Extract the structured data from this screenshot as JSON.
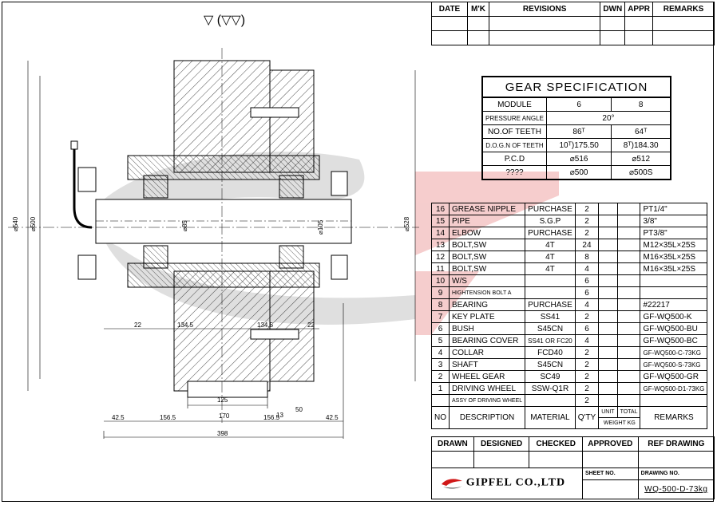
{
  "revisions": {
    "headers": [
      "DATE",
      "M'K",
      "REVISIONS",
      "DWN",
      "APPR",
      "REMARKS"
    ]
  },
  "surface_symbol": "▽ (▽▽)",
  "gear_spec": {
    "title": "GEAR SPECIFICATION",
    "rows": [
      {
        "label": "MODULE",
        "a": "6",
        "b": "8"
      },
      {
        "label": "PRESSURE ANGLE",
        "merged": "20°"
      },
      {
        "label": "NO.OF TEETH",
        "a": "86ᵀ",
        "b": "64ᵀ"
      },
      {
        "label": "D.O.G.N OF TEETH",
        "a": "10ᵀ)175.50",
        "b": "8ᵀ)184.30"
      },
      {
        "label": "P.C.D",
        "a": "⌀516",
        "b": "⌀512"
      },
      {
        "label": "????",
        "a": "⌀500",
        "b": "⌀500S"
      }
    ]
  },
  "bom": {
    "rows": [
      {
        "no": "16",
        "desc": "GREASE NIPPLE",
        "mat": "PURCHASE",
        "qty": "2",
        "unit": "",
        "total": "",
        "rem": "PT1/4\""
      },
      {
        "no": "15",
        "desc": "PIPE",
        "mat": "S.G.P",
        "qty": "2",
        "unit": "",
        "total": "",
        "rem": "3/8\""
      },
      {
        "no": "14",
        "desc": "ELBOW",
        "mat": "PURCHASE",
        "qty": "2",
        "unit": "",
        "total": "",
        "rem": "PT3/8\""
      },
      {
        "no": "13",
        "desc": "BOLT,SW",
        "mat": "4T",
        "qty": "24",
        "unit": "",
        "total": "",
        "rem": "M12×35L×25S"
      },
      {
        "no": "12",
        "desc": "BOLT,SW",
        "mat": "4T",
        "qty": "8",
        "unit": "",
        "total": "",
        "rem": "M16×35L×25S"
      },
      {
        "no": "11",
        "desc": "BOLT,SW",
        "mat": "4T",
        "qty": "4",
        "unit": "",
        "total": "",
        "rem": "M16×35L×25S"
      },
      {
        "no": "10",
        "desc": "W/S",
        "mat": "",
        "qty": "6",
        "unit": "",
        "total": "",
        "rem": ""
      },
      {
        "no": "9",
        "desc": "HIGHTENSION BOLT A",
        "mat": "",
        "qty": "6",
        "unit": "",
        "total": "",
        "rem": ""
      },
      {
        "no": "8",
        "desc": "BEARING",
        "mat": "PURCHASE",
        "qty": "4",
        "unit": "",
        "total": "",
        "rem": "#22217"
      },
      {
        "no": "7",
        "desc": "KEY PLATE",
        "mat": "SS41",
        "qty": "2",
        "unit": "",
        "total": "",
        "rem": "GF-WQ500-K"
      },
      {
        "no": "6",
        "desc": "BUSH",
        "mat": "S45CN",
        "qty": "6",
        "unit": "",
        "total": "",
        "rem": "GF-WQ500-BU"
      },
      {
        "no": "5",
        "desc": "BEARING COVER",
        "mat": "SS41 OR FC20",
        "qty": "4",
        "unit": "",
        "total": "",
        "rem": "GF-WQ500-BC"
      },
      {
        "no": "4",
        "desc": "COLLAR",
        "mat": "FCD40",
        "qty": "2",
        "unit": "",
        "total": "",
        "rem": "GF-WQ500-C-73KG"
      },
      {
        "no": "3",
        "desc": "SHAFT",
        "mat": "S45CN",
        "qty": "2",
        "unit": "",
        "total": "",
        "rem": "GF-WQ500-S-73KG"
      },
      {
        "no": "2",
        "desc": "WHEEL GEAR",
        "mat": "SC49",
        "qty": "2",
        "unit": "",
        "total": "",
        "rem": "GF-WQ500-GR"
      },
      {
        "no": "1",
        "desc": "DRIVING WHEEL",
        "mat": "SSW-Q1R",
        "qty": "2",
        "unit": "",
        "total": "",
        "rem": "GF-WQ500-D1-73KG"
      },
      {
        "no": "",
        "desc": "ASSY OF DRIVING WHEEL",
        "mat": "",
        "qty": "2",
        "unit": "",
        "total": "",
        "rem": ""
      }
    ],
    "header": {
      "no": "NO",
      "desc": "DESCRIPTION",
      "mat": "MATERIAL",
      "qty": "Q'TY",
      "unit": "UNIT",
      "total": "TOTAL",
      "weight": "WEIGHT KG",
      "rem": "REMARKS"
    }
  },
  "title_block": {
    "headers": [
      "DRAWN",
      "DESIGNED",
      "CHECKED",
      "APPROVED",
      "REF DRAWING"
    ],
    "sheet_no_label": "SHEET NO.",
    "drawing_no_label": "DRAWING NO.",
    "company": "GIPFEL CO.,LTD",
    "drawing_no": "WQ-500-D-73kg"
  },
  "dimensions": {
    "d540": "⌀540",
    "d500": "⌀500",
    "d528": "⌀528",
    "d85": "⌀85",
    "d105": "⌀105",
    "d22a": "22",
    "d1345a": "134.5",
    "d1345b": "134.5",
    "d22b": "22",
    "d125": "125",
    "d425a": "42.5",
    "d1565a": "156.5",
    "d170": "170",
    "d1565b": "156.5",
    "d13": "13",
    "d50": "50",
    "d425b": "42.5",
    "d398": "398"
  },
  "colors": {
    "watermark": "#d9d9d9",
    "watermark_red": "#f3c4c4",
    "logo_red": "#d01818"
  }
}
